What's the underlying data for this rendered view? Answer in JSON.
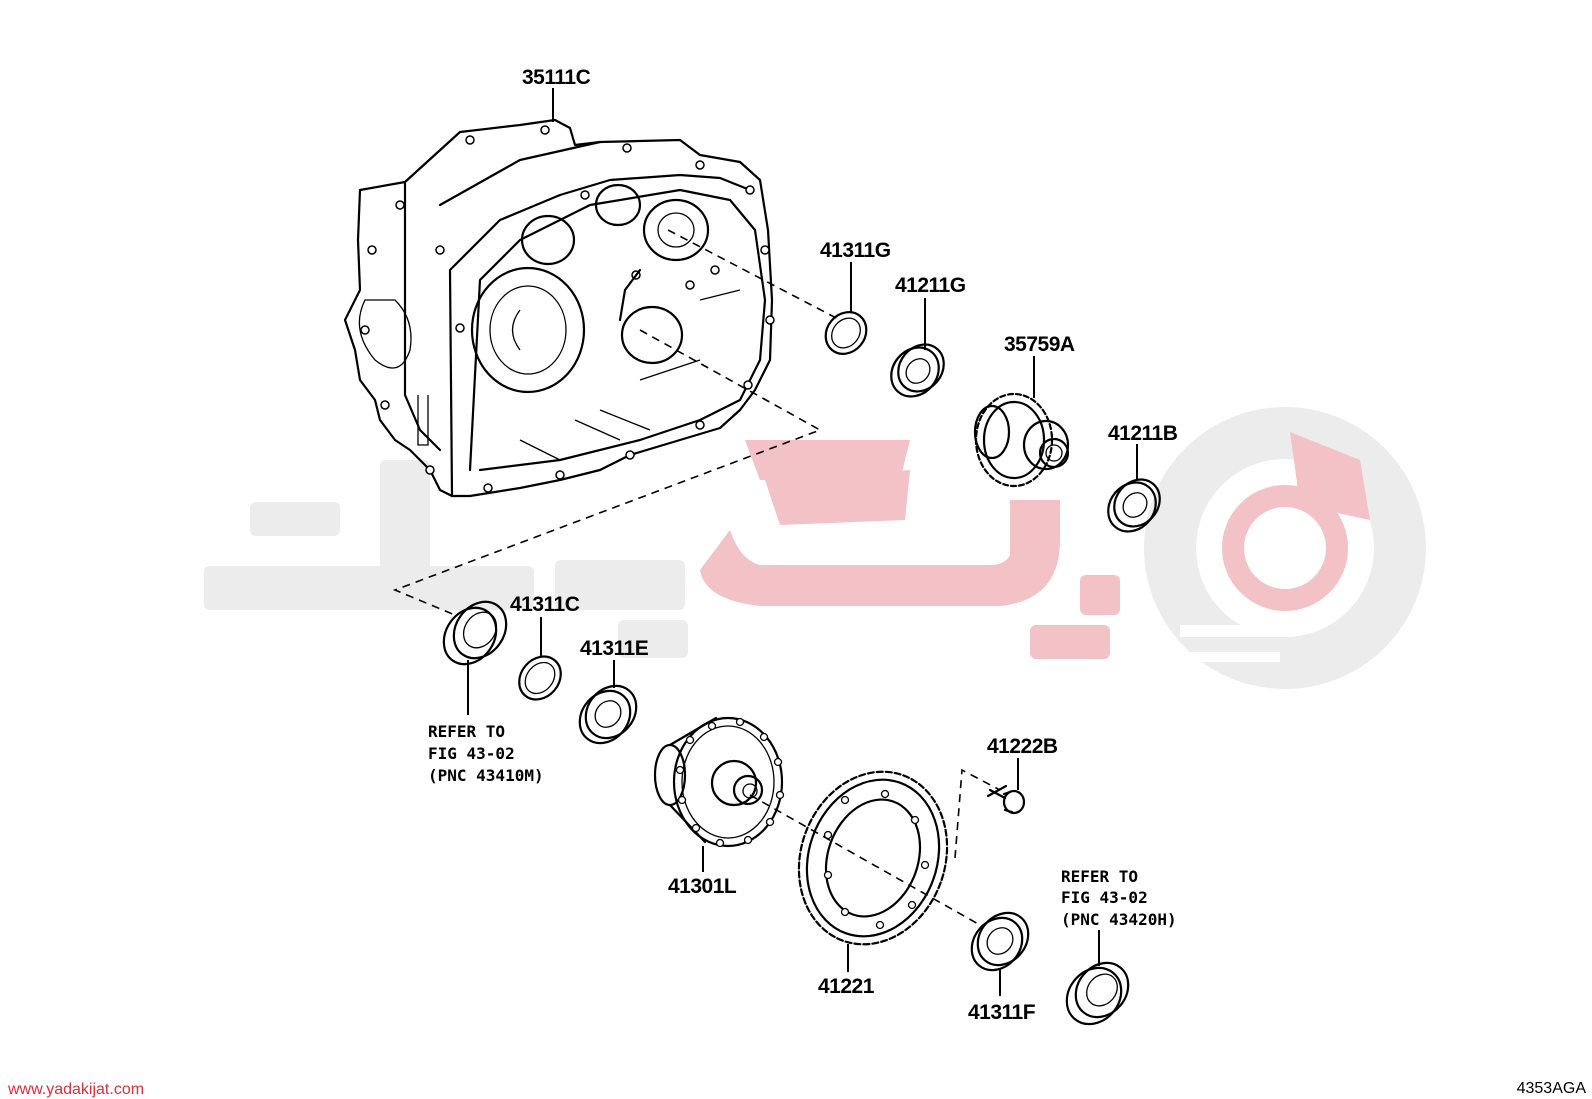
{
  "watermark": {
    "brand_text": "یدک جات",
    "accent_color": "#f3c2c6",
    "gray_color": "#ececec"
  },
  "parts": [
    {
      "id": "35111C"
    },
    {
      "id": "41311G"
    },
    {
      "id": "41211G"
    },
    {
      "id": "35759A"
    },
    {
      "id": "41211B"
    },
    {
      "id": "41311C"
    },
    {
      "id": "41311E"
    },
    {
      "id": "41222B"
    },
    {
      "id": "41301L"
    },
    {
      "id": "41221"
    },
    {
      "id": "41311F"
    }
  ],
  "references": [
    {
      "line1": "REFER TO",
      "line2": "FIG 43-02",
      "line3": "(PNC 43410M)"
    },
    {
      "line1": "REFER TO",
      "line2": "FIG 43-02",
      "line3": "(PNC 43420H)"
    }
  ],
  "footer": {
    "website": "www.yadakijat.com",
    "diagram_code": "4353AGA",
    "website_color": "#d9303a"
  }
}
